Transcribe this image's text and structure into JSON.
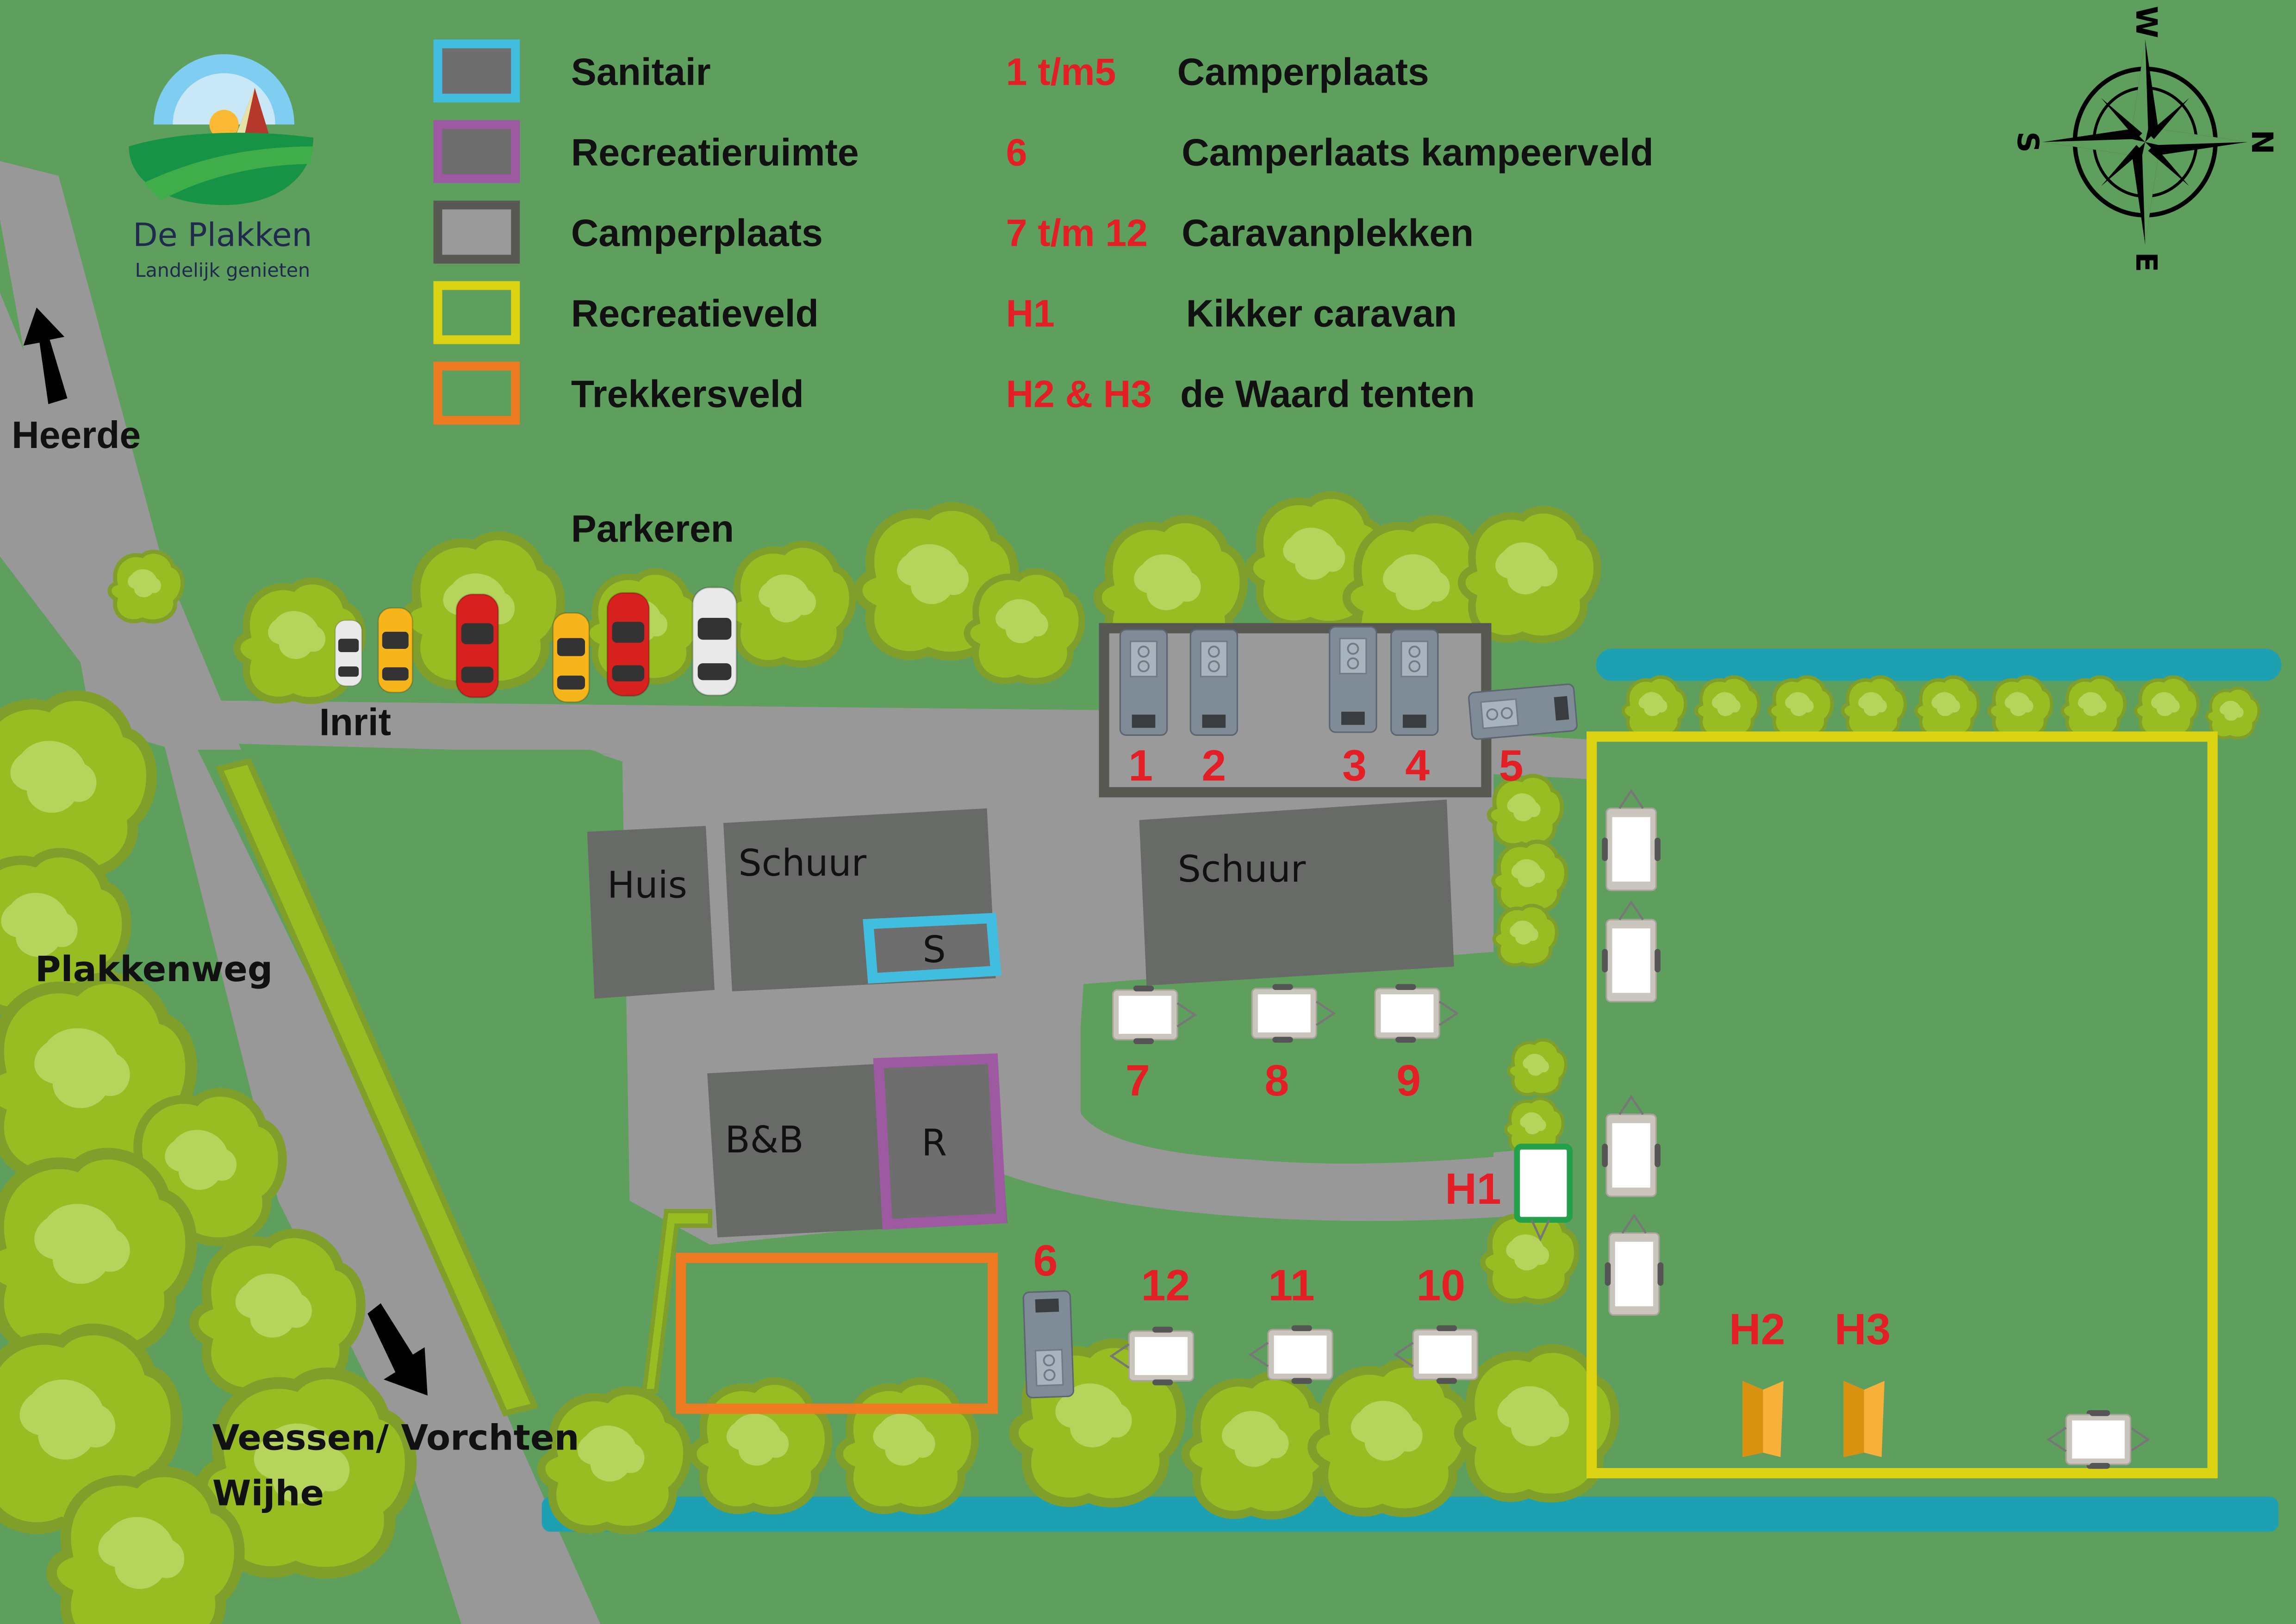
{
  "logo": {
    "name": "De Plakken",
    "tagline": "Landelijk genieten"
  },
  "colors": {
    "grass": "#5e9f5d",
    "road": "#989898",
    "building": "#686a67",
    "water": "#1ea0b3",
    "tree": "#97bd22",
    "tree_dark": "#7f9f2a",
    "tree_light": "#b6d35b",
    "label_red": "#e31e24",
    "logo_text": "#1f2a4c"
  },
  "legend": {
    "items": [
      {
        "label": "Sanitair",
        "border": "#41bde0",
        "fill": "#6e6e6e"
      },
      {
        "label": "Recreatieruimte",
        "border": "#9d5aa0",
        "fill": "#6e6e6e"
      },
      {
        "label": "Camperplaats",
        "border": "#575851",
        "fill": "#9a9a9a"
      },
      {
        "label": "Recreatieveld",
        "border": "#dcd413",
        "fill": "#5e9f5d"
      },
      {
        "label": "Trekkersveld",
        "border": "#ee7b22",
        "fill": "#5e9f5d"
      }
    ],
    "codes": [
      {
        "code": "1 t/m5",
        "desc": "Camperplaats"
      },
      {
        "code": "6",
        "desc": "Camperlaats kampeerveld"
      },
      {
        "code": "7 t/m 12",
        "desc": "Caravanplekken"
      },
      {
        "code": "H1",
        "desc": "Kikker caravan"
      },
      {
        "code": "H2 & H3",
        "desc": "de Waard tenten"
      }
    ]
  },
  "compass": {
    "top": "W",
    "right": "N",
    "bottom": "E",
    "left": "S"
  },
  "directions": {
    "heerde": "Heerde",
    "veessen": "Veessen/ Vorchten",
    "wijhe": "Wijhe"
  },
  "places": {
    "parkeren": "Parkeren",
    "inrit": "Inrit",
    "plakkenweg": "Plakkenweg",
    "huis": "Huis",
    "schuur_1": "Schuur",
    "schuur_2": "Schuur",
    "sanitair_short": "S",
    "bnb": "B&B",
    "recreatie_short": "R"
  },
  "spots": {
    "campers": [
      "1",
      "2",
      "3",
      "4",
      "5"
    ],
    "camper_field": "6",
    "caravans_top": [
      "7",
      "8",
      "9"
    ],
    "caravans_bottom": [
      "12",
      "11",
      "10"
    ],
    "h1": "H1",
    "h2": "H2",
    "h3": "H3"
  },
  "cars": [
    {
      "color": "#e9e9e9"
    },
    {
      "color": "#f6b61b"
    },
    {
      "color": "#d6211f"
    },
    {
      "color": "#f6b61b"
    },
    {
      "color": "#d6211f"
    },
    {
      "color": "#e9e9e9"
    }
  ]
}
